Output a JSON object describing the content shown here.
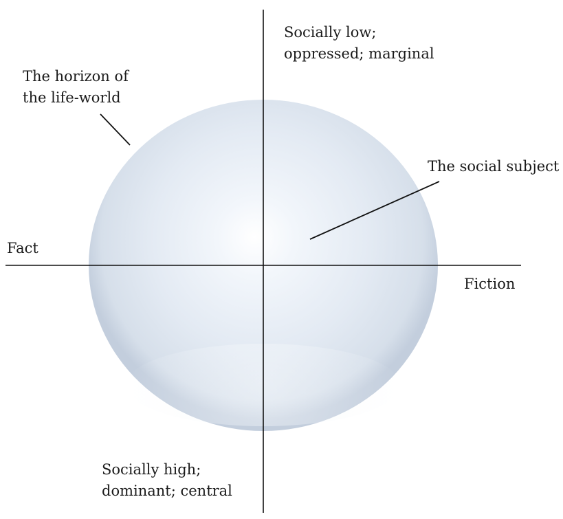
{
  "labels": {
    "top_line1": "Socially low;",
    "top_line2": "oppressed; marginal",
    "horizon_line1": "The horizon of",
    "horizon_line2": "the life-world",
    "subject": "The social subject",
    "left_axis": "Fact",
    "right_axis": "Fiction",
    "bottom_line1": "Socially high;",
    "bottom_line2": "dominant; central"
  },
  "colors": {
    "sphere_highlight": "#ffffff",
    "sphere_mid": "#e6edf6",
    "sphere_edge": "#c6d1e0",
    "lines": "#111111"
  }
}
